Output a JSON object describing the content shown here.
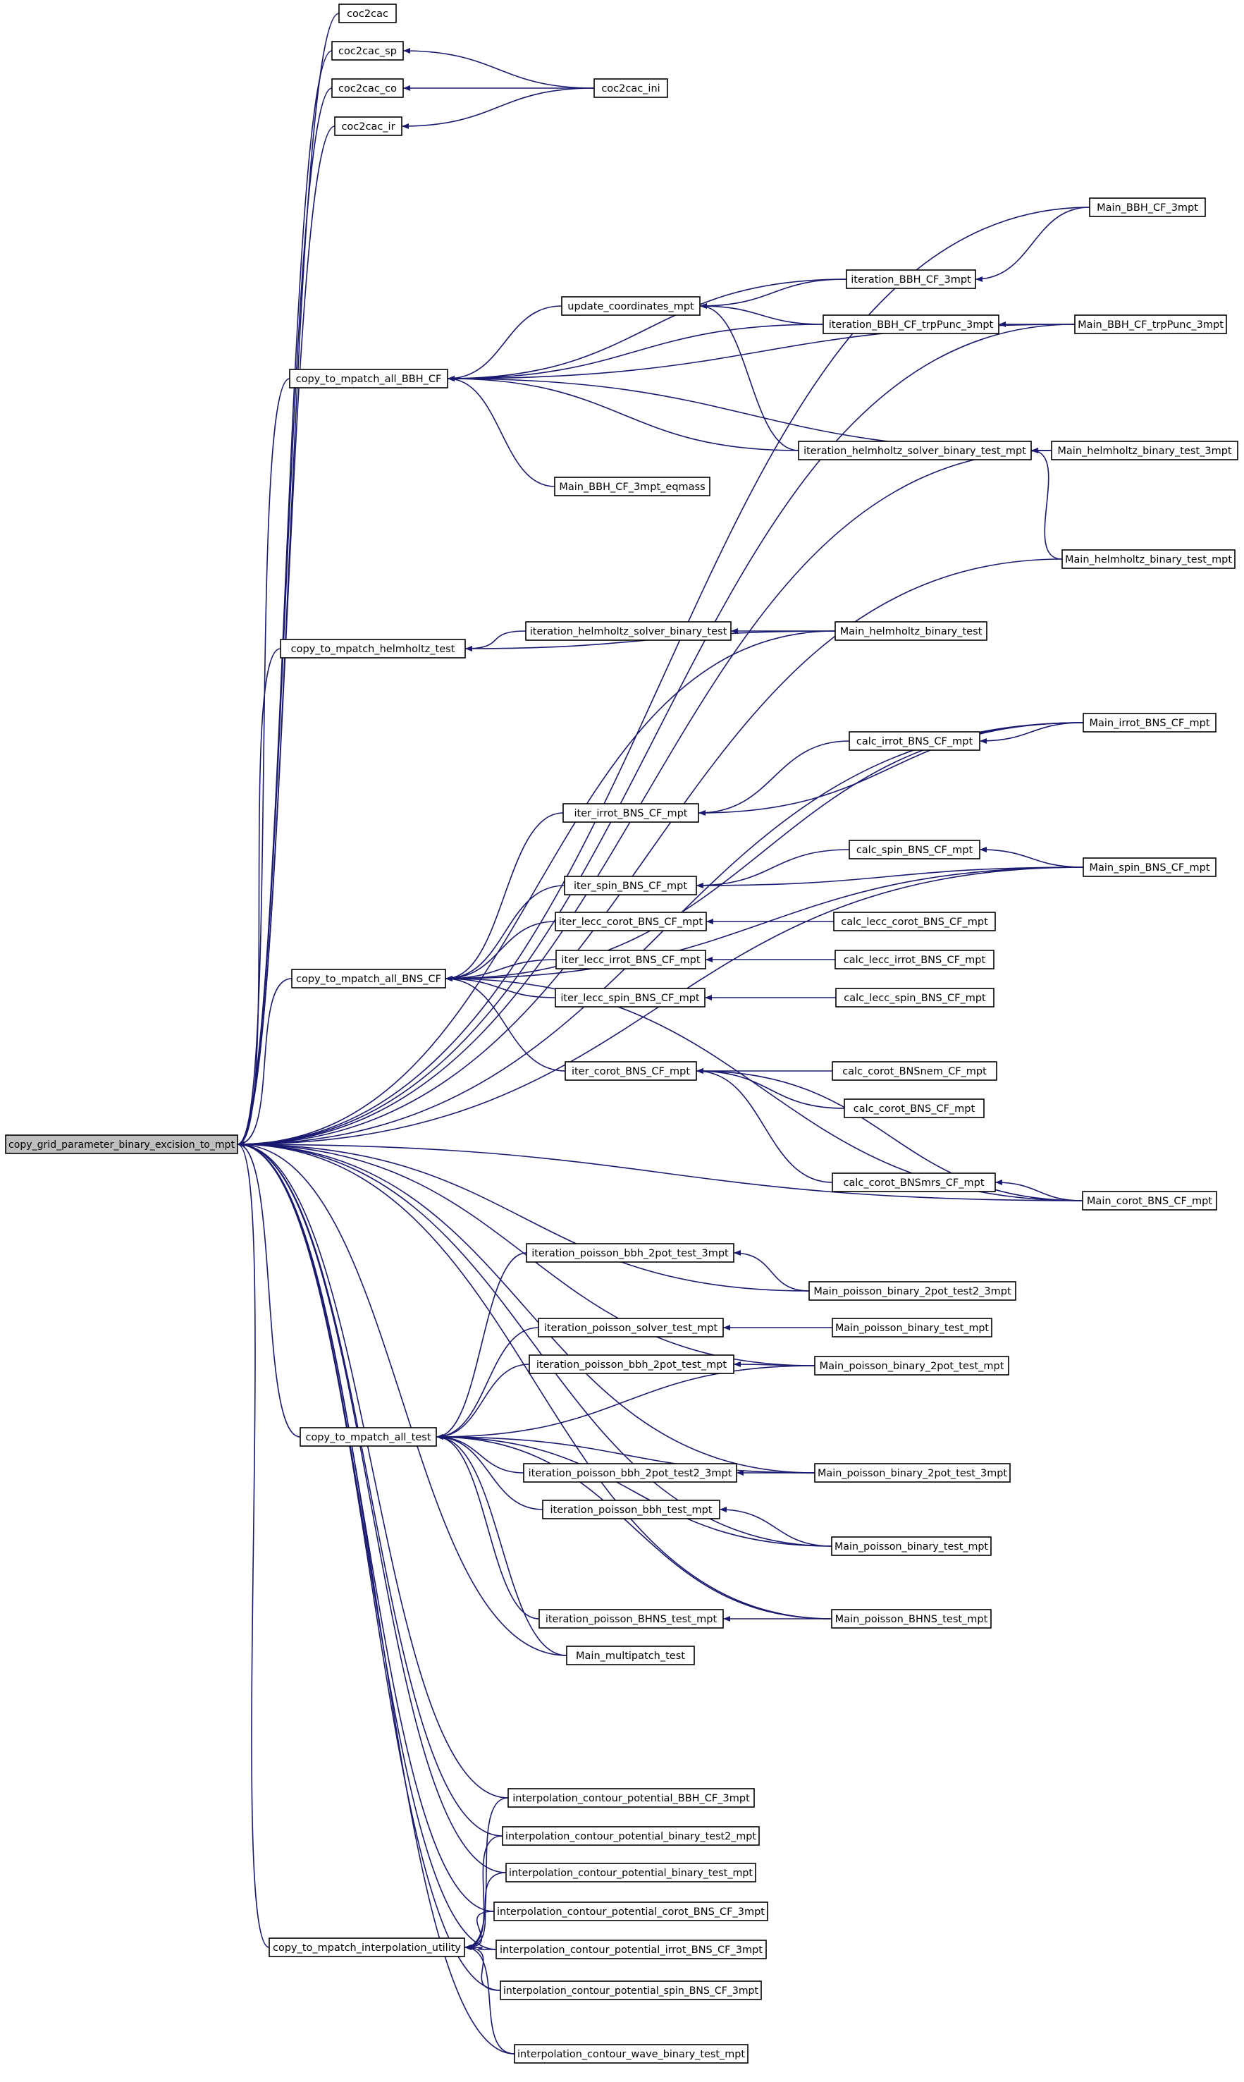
{
  "diagram": {
    "colors": {
      "edge": "#191970",
      "node_border": "#000000",
      "node_fill": "#ffffff",
      "root_fill": "#bfbfbf"
    },
    "root": "n0",
    "nodes": [
      {
        "id": "n0",
        "label": "copy_grid_parameter_binary_excision_to_mpt"
      },
      {
        "id": "n1",
        "label": "coc2cac"
      },
      {
        "id": "n2",
        "label": "coc2cac_sp"
      },
      {
        "id": "n3",
        "label": "coc2cac_co"
      },
      {
        "id": "n4",
        "label": "coc2cac_ir"
      },
      {
        "id": "n5",
        "label": "coc2cac_ini"
      },
      {
        "id": "n6",
        "label": "Main_BBH_CF_3mpt"
      },
      {
        "id": "n7",
        "label": "iteration_BBH_CF_3mpt"
      },
      {
        "id": "n8",
        "label": "update_coordinates_mpt"
      },
      {
        "id": "n9",
        "label": "iteration_BBH_CF_trpPunc_3mpt"
      },
      {
        "id": "n10",
        "label": "Main_BBH_CF_trpPunc_3mpt"
      },
      {
        "id": "n11",
        "label": "copy_to_mpatch_all_BBH_CF"
      },
      {
        "id": "n12",
        "label": "iteration_helmholtz_solver_binary_test_mpt"
      },
      {
        "id": "n13",
        "label": "Main_helmholtz_binary_test_3mpt"
      },
      {
        "id": "n14",
        "label": "Main_BBH_CF_3mpt_eqmass"
      },
      {
        "id": "n15",
        "label": "Main_helmholtz_binary_test_mpt"
      },
      {
        "id": "n16",
        "label": "copy_to_mpatch_helmholtz_test"
      },
      {
        "id": "n17",
        "label": "iteration_helmholtz_solver_binary_test"
      },
      {
        "id": "n18",
        "label": "Main_helmholtz_binary_test"
      },
      {
        "id": "n19",
        "label": "Main_irrot_BNS_CF_mpt"
      },
      {
        "id": "n20",
        "label": "calc_irrot_BNS_CF_mpt"
      },
      {
        "id": "n21",
        "label": "iter_irrot_BNS_CF_mpt"
      },
      {
        "id": "n22",
        "label": "calc_spin_BNS_CF_mpt"
      },
      {
        "id": "n23",
        "label": "Main_spin_BNS_CF_mpt"
      },
      {
        "id": "n24",
        "label": "iter_spin_BNS_CF_mpt"
      },
      {
        "id": "n25",
        "label": "iter_lecc_corot_BNS_CF_mpt"
      },
      {
        "id": "n26",
        "label": "calc_lecc_corot_BNS_CF_mpt"
      },
      {
        "id": "n27",
        "label": "iter_lecc_irrot_BNS_CF_mpt"
      },
      {
        "id": "n28",
        "label": "calc_lecc_irrot_BNS_CF_mpt"
      },
      {
        "id": "n29",
        "label": "copy_to_mpatch_all_BNS_CF"
      },
      {
        "id": "n30",
        "label": "iter_lecc_spin_BNS_CF_mpt"
      },
      {
        "id": "n31",
        "label": "calc_lecc_spin_BNS_CF_mpt"
      },
      {
        "id": "n32",
        "label": "iter_corot_BNS_CF_mpt"
      },
      {
        "id": "n33",
        "label": "calc_corot_BNSnem_CF_mpt"
      },
      {
        "id": "n34",
        "label": "calc_corot_BNS_CF_mpt"
      },
      {
        "id": "n35",
        "label": "calc_corot_BNSmrs_CF_mpt"
      },
      {
        "id": "n36",
        "label": "Main_corot_BNS_CF_mpt"
      },
      {
        "id": "n37",
        "label": "iteration_poisson_bbh_2pot_test_3mpt"
      },
      {
        "id": "n38",
        "label": "Main_poisson_binary_2pot_test2_3mpt"
      },
      {
        "id": "n39",
        "label": "iteration_poisson_solver_test_mpt"
      },
      {
        "id": "n40",
        "label": "Main_poisson_binary_test_mpt"
      },
      {
        "id": "n41",
        "label": "iteration_poisson_bbh_2pot_test_mpt"
      },
      {
        "id": "n42",
        "label": "Main_poisson_binary_2pot_test_mpt"
      },
      {
        "id": "n43",
        "label": "copy_to_mpatch_all_test"
      },
      {
        "id": "n44",
        "label": "iteration_poisson_bbh_2pot_test2_3mpt"
      },
      {
        "id": "n45",
        "label": "Main_poisson_binary_2pot_test_3mpt"
      },
      {
        "id": "n46",
        "label": "iteration_poisson_bbh_test_mpt"
      },
      {
        "id": "n47",
        "label": "Main_poisson_binary_test_mpt"
      },
      {
        "id": "n48",
        "label": "iteration_poisson_BHNS_test_mpt"
      },
      {
        "id": "n49",
        "label": "Main_poisson_BHNS_test_mpt"
      },
      {
        "id": "n50",
        "label": "Main_multipatch_test"
      },
      {
        "id": "n51",
        "label": "interpolation_contour_potential_BBH_CF_3mpt"
      },
      {
        "id": "n52",
        "label": "interpolation_contour_potential_binary_test2_mpt"
      },
      {
        "id": "n53",
        "label": "interpolation_contour_potential_binary_test_mpt"
      },
      {
        "id": "n54",
        "label": "interpolation_contour_potential_corot_BNS_CF_3mpt"
      },
      {
        "id": "n55",
        "label": "copy_to_mpatch_interpolation_utility"
      },
      {
        "id": "n56",
        "label": "interpolation_contour_potential_irrot_BNS_CF_3mpt"
      },
      {
        "id": "n57",
        "label": "interpolation_contour_potential_spin_BNS_CF_3mpt"
      },
      {
        "id": "n58",
        "label": "interpolation_contour_wave_binary_test_mpt"
      }
    ],
    "edges": [
      [
        "n1",
        "n0"
      ],
      [
        "n2",
        "n0"
      ],
      [
        "n3",
        "n0"
      ],
      [
        "n4",
        "n0"
      ],
      [
        "n5",
        "n2"
      ],
      [
        "n5",
        "n3"
      ],
      [
        "n5",
        "n4"
      ],
      [
        "n6",
        "n0"
      ],
      [
        "n10",
        "n0"
      ],
      [
        "n11",
        "n0"
      ],
      [
        "n13",
        "n0"
      ],
      [
        "n15",
        "n0"
      ],
      [
        "n16",
        "n0"
      ],
      [
        "n18",
        "n0"
      ],
      [
        "n19",
        "n0"
      ],
      [
        "n23",
        "n0"
      ],
      [
        "n29",
        "n0"
      ],
      [
        "n36",
        "n0"
      ],
      [
        "n38",
        "n0"
      ],
      [
        "n42",
        "n0"
      ],
      [
        "n43",
        "n0"
      ],
      [
        "n45",
        "n0"
      ],
      [
        "n47",
        "n0"
      ],
      [
        "n49",
        "n0"
      ],
      [
        "n50",
        "n0"
      ],
      [
        "n51",
        "n0"
      ],
      [
        "n52",
        "n0"
      ],
      [
        "n53",
        "n0"
      ],
      [
        "n54",
        "n0"
      ],
      [
        "n55",
        "n0"
      ],
      [
        "n56",
        "n0"
      ],
      [
        "n57",
        "n0"
      ],
      [
        "n58",
        "n0"
      ],
      [
        "n7",
        "n11"
      ],
      [
        "n8",
        "n11"
      ],
      [
        "n9",
        "n11"
      ],
      [
        "n10",
        "n11"
      ],
      [
        "n12",
        "n11"
      ],
      [
        "n13",
        "n11"
      ],
      [
        "n14",
        "n11"
      ],
      [
        "n7",
        "n8"
      ],
      [
        "n9",
        "n8"
      ],
      [
        "n12",
        "n8"
      ],
      [
        "n6",
        "n7"
      ],
      [
        "n10",
        "n9"
      ],
      [
        "n13",
        "n12"
      ],
      [
        "n15",
        "n12"
      ],
      [
        "n17",
        "n16"
      ],
      [
        "n18",
        "n16"
      ],
      [
        "n18",
        "n17"
      ],
      [
        "n19",
        "n29"
      ],
      [
        "n21",
        "n29"
      ],
      [
        "n24",
        "n29"
      ],
      [
        "n25",
        "n29"
      ],
      [
        "n27",
        "n29"
      ],
      [
        "n30",
        "n29"
      ],
      [
        "n32",
        "n29"
      ],
      [
        "n23",
        "n29"
      ],
      [
        "n36",
        "n29"
      ],
      [
        "n20",
        "n21"
      ],
      [
        "n19",
        "n21"
      ],
      [
        "n19",
        "n20"
      ],
      [
        "n22",
        "n24"
      ],
      [
        "n23",
        "n24"
      ],
      [
        "n23",
        "n22"
      ],
      [
        "n26",
        "n25"
      ],
      [
        "n28",
        "n27"
      ],
      [
        "n31",
        "n30"
      ],
      [
        "n33",
        "n32"
      ],
      [
        "n34",
        "n32"
      ],
      [
        "n35",
        "n32"
      ],
      [
        "n36",
        "n32"
      ],
      [
        "n36",
        "n35"
      ],
      [
        "n37",
        "n43"
      ],
      [
        "n39",
        "n43"
      ],
      [
        "n41",
        "n43"
      ],
      [
        "n42",
        "n43"
      ],
      [
        "n44",
        "n43"
      ],
      [
        "n45",
        "n43"
      ],
      [
        "n46",
        "n43"
      ],
      [
        "n47",
        "n43"
      ],
      [
        "n48",
        "n43"
      ],
      [
        "n49",
        "n43"
      ],
      [
        "n50",
        "n43"
      ],
      [
        "n38",
        "n37"
      ],
      [
        "n40",
        "n39"
      ],
      [
        "n42",
        "n41"
      ],
      [
        "n45",
        "n44"
      ],
      [
        "n47",
        "n46"
      ],
      [
        "n49",
        "n48"
      ],
      [
        "n51",
        "n55"
      ],
      [
        "n52",
        "n55"
      ],
      [
        "n53",
        "n55"
      ],
      [
        "n54",
        "n55"
      ],
      [
        "n56",
        "n55"
      ],
      [
        "n57",
        "n55"
      ],
      [
        "n58",
        "n55"
      ]
    ]
  }
}
